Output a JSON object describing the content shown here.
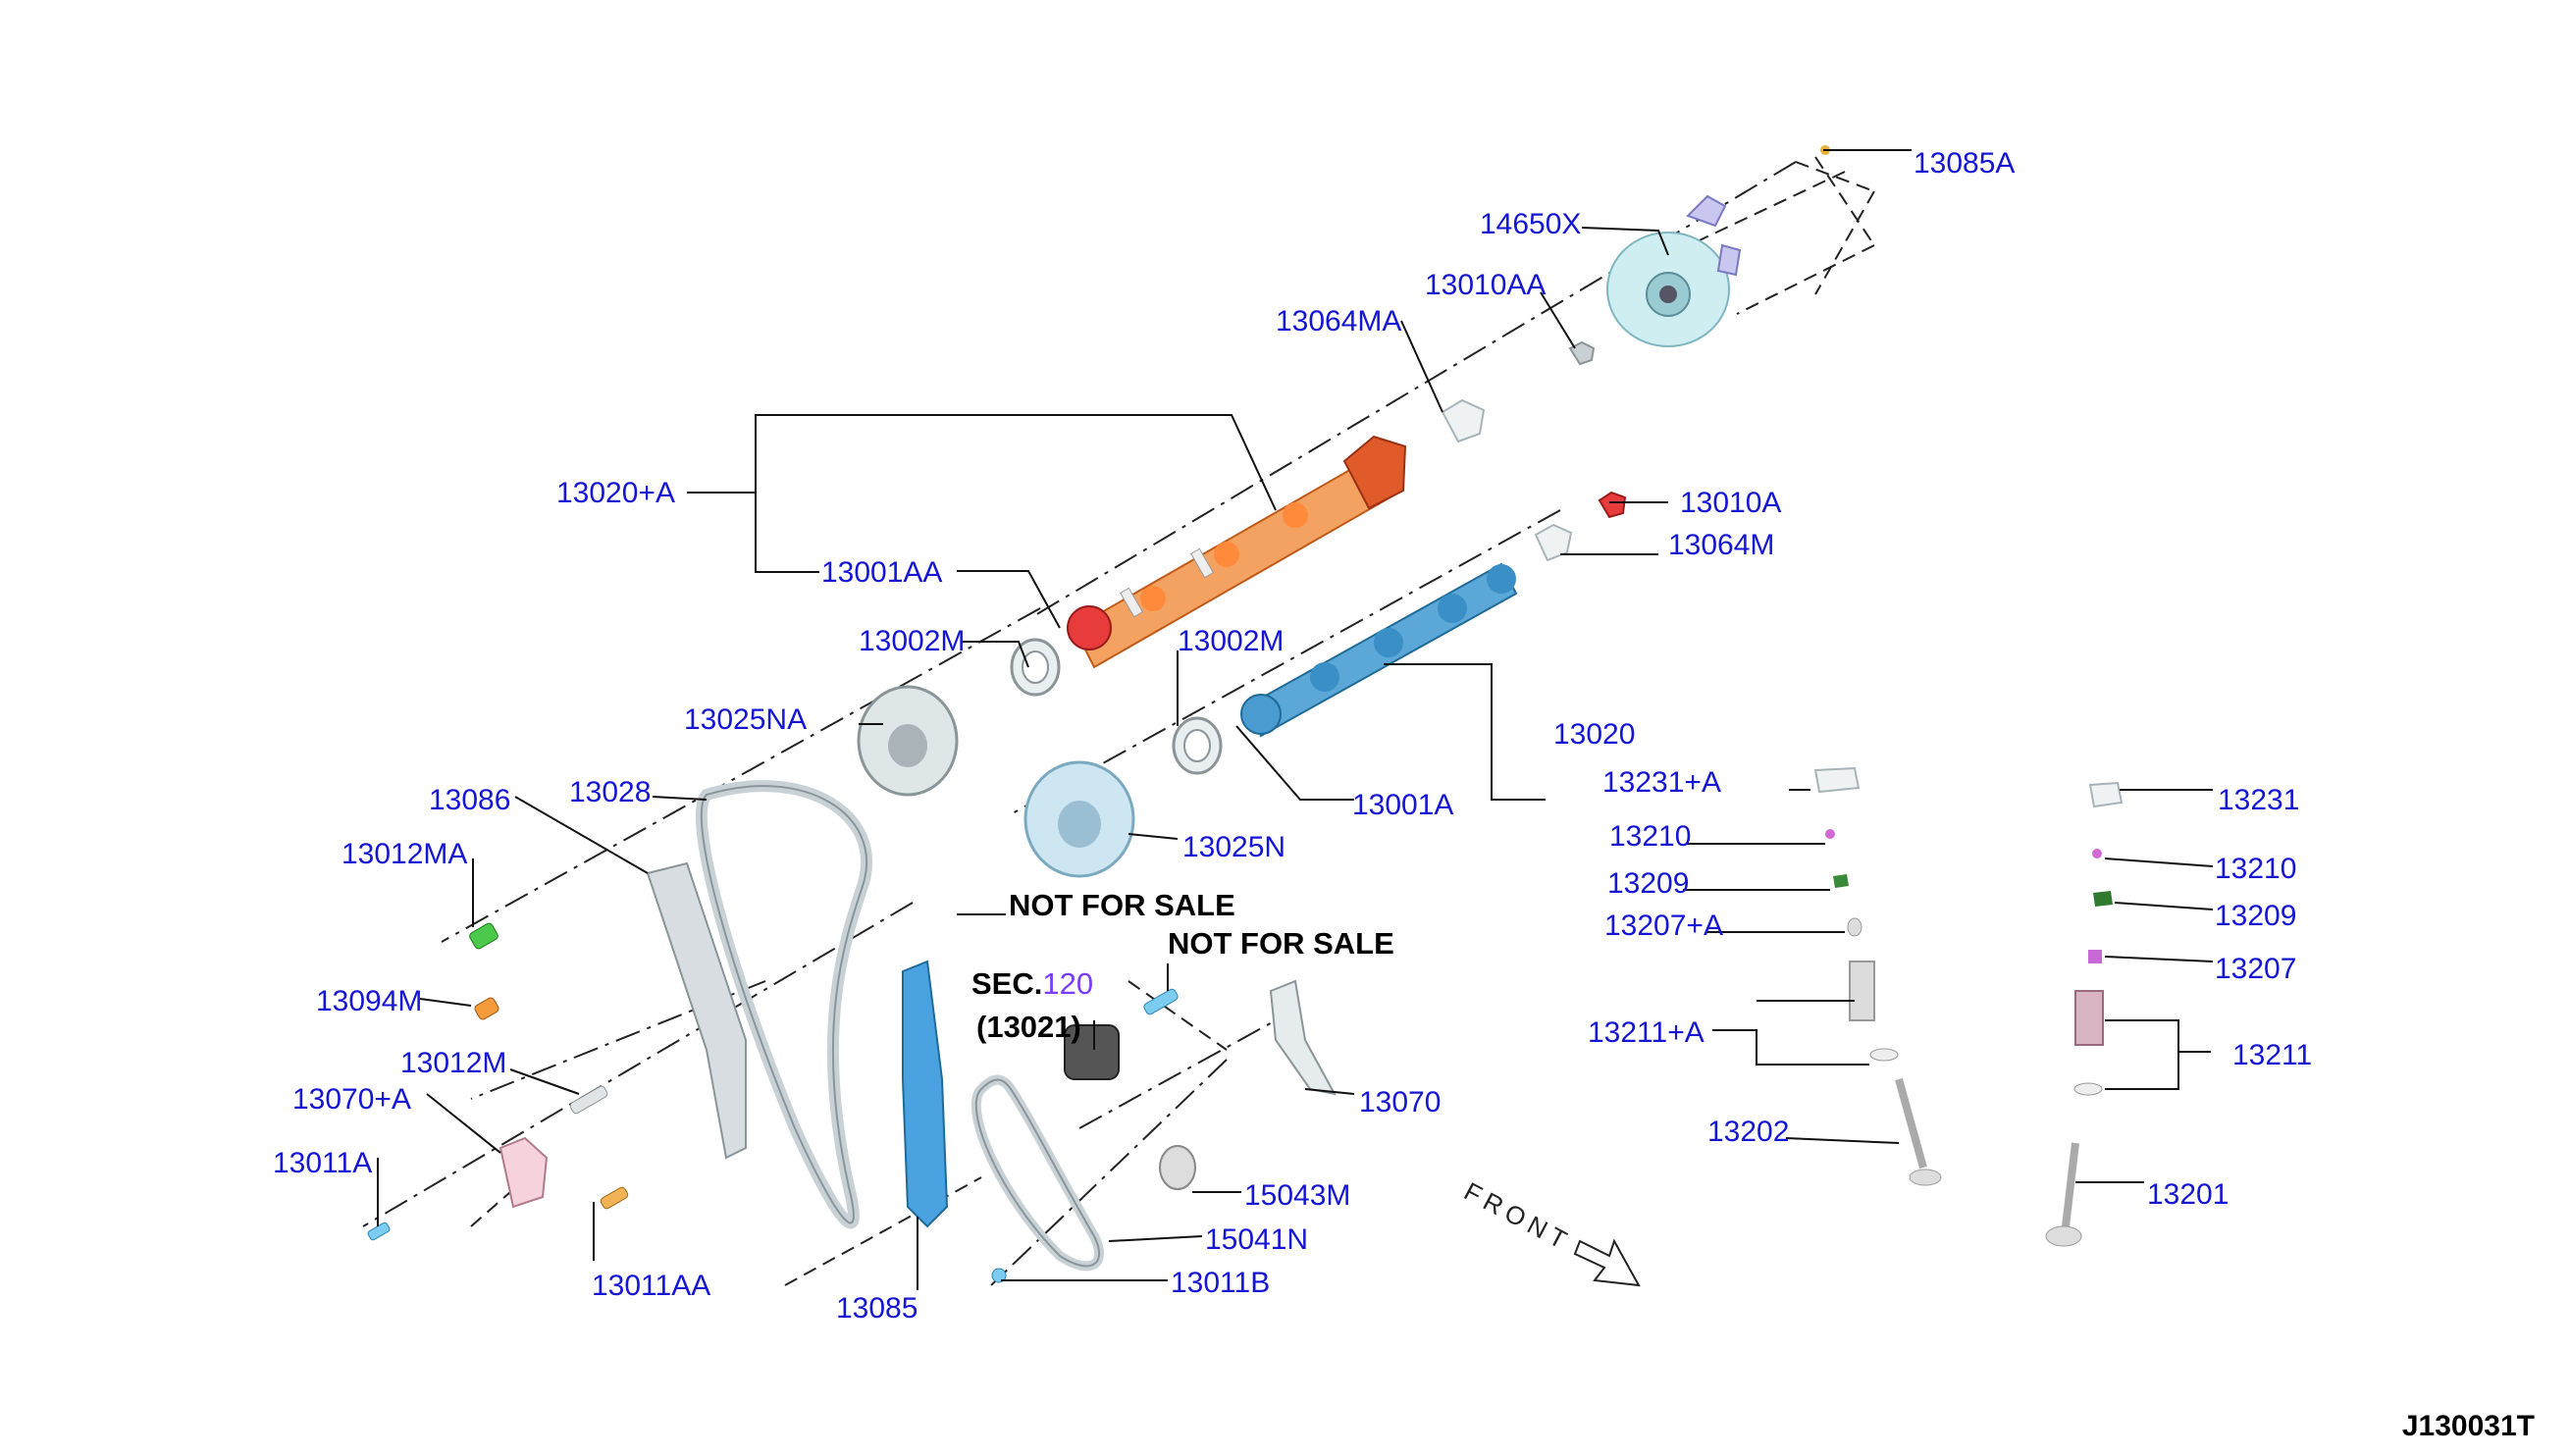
{
  "diagram_code": "J130031T",
  "front_label": "FRONT",
  "not_for_sale": "NOT FOR SALE",
  "sec": {
    "prefix": "SEC.",
    "number": "120",
    "sub": "(13021)"
  },
  "parts": {
    "p13085A": "13085A",
    "p14650X": "14650X",
    "p13010AA": "13010AA",
    "p13064MA": "13064MA",
    "p13020A": "13020+A",
    "p13001AA": "13001AA",
    "p13002M_a": "13002M",
    "p13002M_b": "13002M",
    "p13010A": "13010A",
    "p13064M": "13064M",
    "p13025NA": "13025NA",
    "p13020": "13020",
    "p13001A": "13001A",
    "p13025N": "13025N",
    "p13086": "13086",
    "p13028": "13028",
    "p13012MA": "13012MA",
    "p13094M": "13094M",
    "p13012M": "13012M",
    "p13070A": "13070+A",
    "p13011A": "13011A",
    "p13011AA": "13011AA",
    "p13085": "13085",
    "p13070": "13070",
    "p15043M": "15043M",
    "p15041N": "15041N",
    "p13011B": "13011B",
    "p13231A": "13231+A",
    "p13210_l": "13210",
    "p13209_l": "13209",
    "p13207A": "13207+A",
    "p13211A": "13211+A",
    "p13202": "13202",
    "p13231": "13231",
    "p13210_r": "13210",
    "p13209_r": "13209",
    "p13207": "13207",
    "p13211": "13211",
    "p13201": "13201"
  },
  "colors": {
    "label": "#1515d4",
    "intake_cam": "#e8622a",
    "exhaust_cam": "#3a8fc7",
    "chain": "#c8d2d6",
    "guide": "#4aa3e0",
    "pump": "#bfe4ea"
  }
}
